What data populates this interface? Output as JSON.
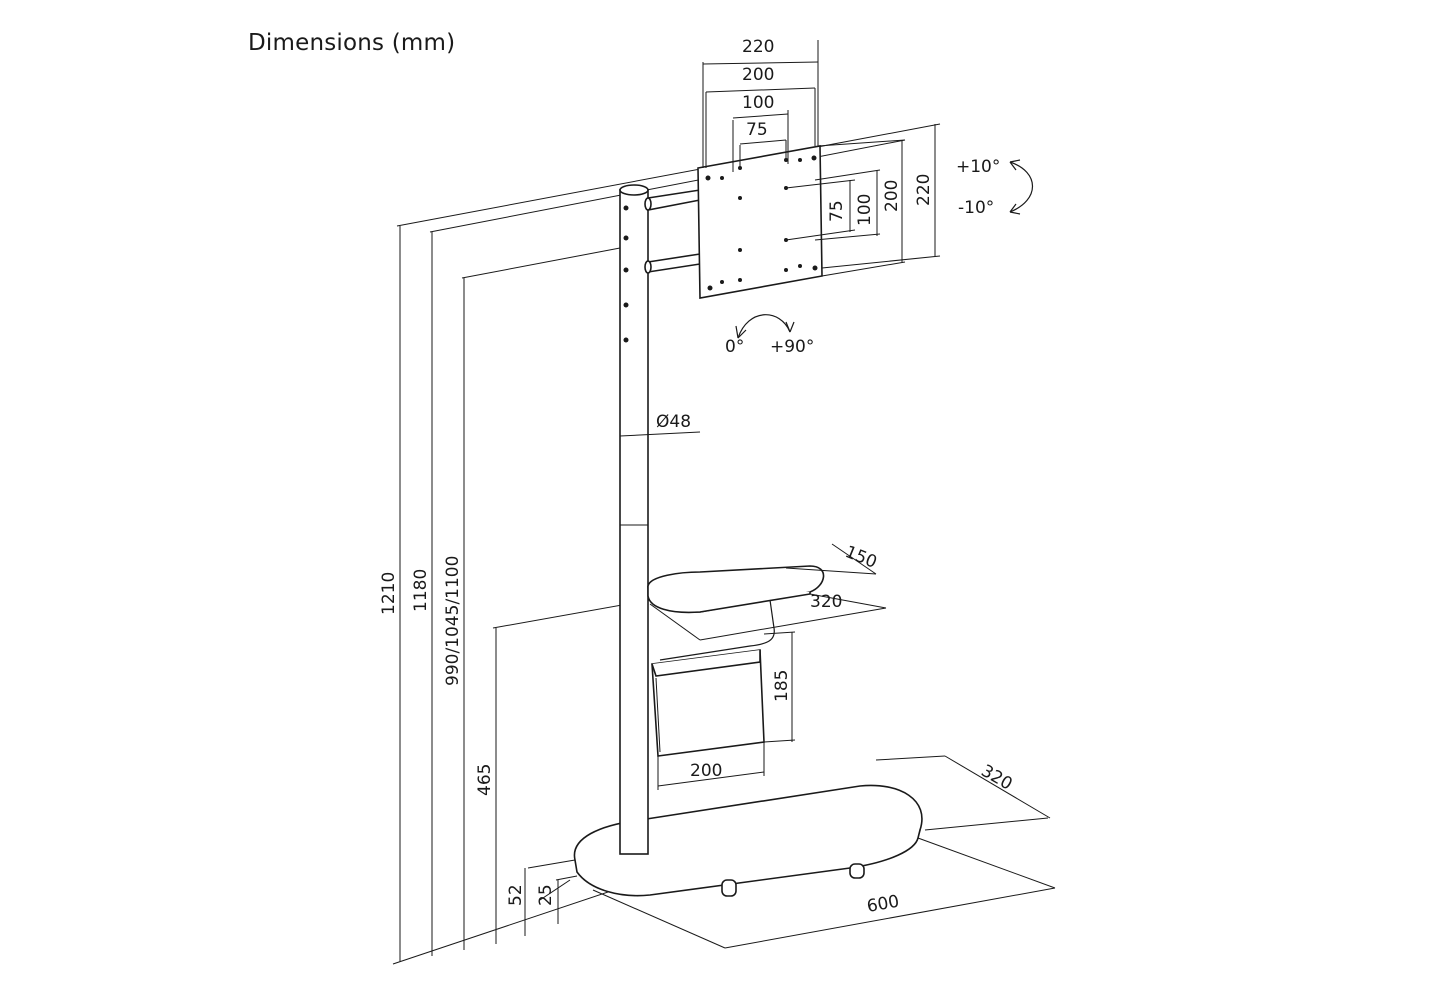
{
  "title": "Dimensions (mm)",
  "vesa": {
    "w220": "220",
    "w200": "200",
    "w100": "100",
    "w75": "75",
    "h75": "75",
    "h100": "100",
    "h200": "200",
    "h220": "220"
  },
  "tilt": {
    "up": "+10°",
    "down": "-10°"
  },
  "rotation": {
    "start": "0°",
    "end": "+90°"
  },
  "pole_diameter": "Ø48",
  "shelf": {
    "depth": "150",
    "width": "320"
  },
  "basket": {
    "height": "185",
    "width": "200"
  },
  "base": {
    "depth": "320",
    "width": "600"
  },
  "heights": {
    "total": "1210",
    "h1180": "1180",
    "center": "990/1045/1100",
    "shelf": "465",
    "base_top": "52",
    "base_bottom": "25"
  }
}
